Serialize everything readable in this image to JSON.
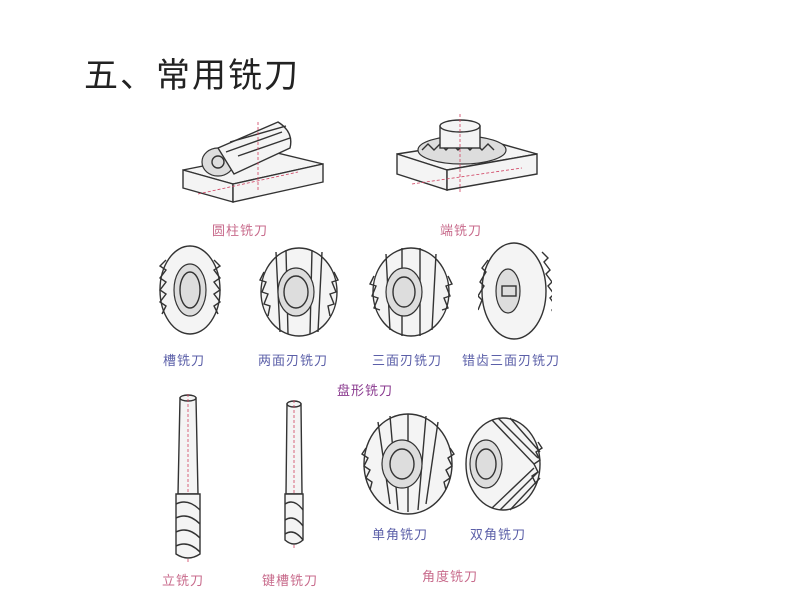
{
  "slide": {
    "title": "五、常用铣刀"
  },
  "figures": {
    "cylindrical_cutter": {
      "caption": "圆柱铣刀"
    },
    "face_cutter": {
      "caption": "端铣刀"
    },
    "slot_cutter": {
      "caption": "槽铣刀"
    },
    "two_side_cutter": {
      "caption": "两面刃铣刀"
    },
    "three_side_cutter": {
      "caption": "三面刃铣刀"
    },
    "staggered_cutter": {
      "caption": "错齿三面刃铣刀"
    },
    "disc_group": {
      "caption": "盘形铣刀"
    },
    "end_mill": {
      "caption": "立铣刀"
    },
    "keyway_cutter": {
      "caption": "键槽铣刀"
    },
    "single_angle_cutter": {
      "caption": "单角铣刀"
    },
    "double_angle_cutter": {
      "caption": "双角铣刀"
    },
    "angle_group": {
      "caption": "角度铣刀"
    }
  },
  "colors": {
    "caption_purple": "#8a3a8f",
    "caption_pink": "#c86b8c",
    "caption_blue": "#5b5fa8"
  }
}
